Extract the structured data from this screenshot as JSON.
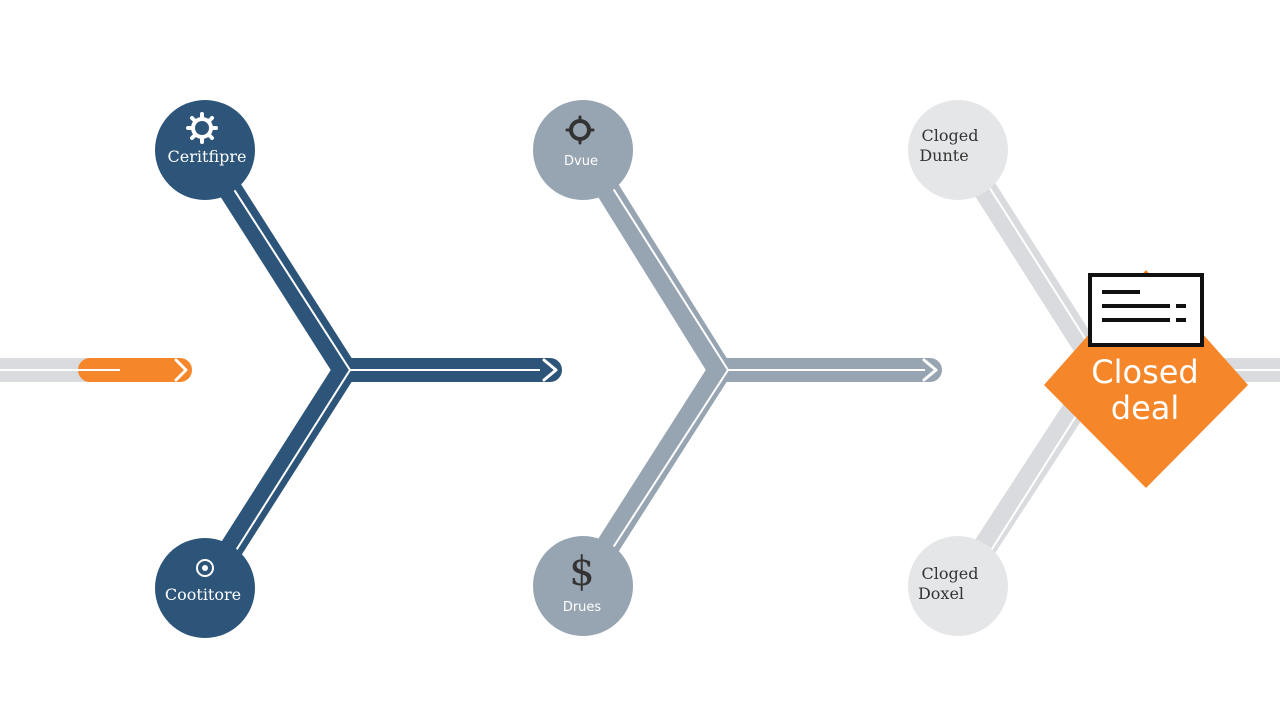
{
  "colors": {
    "navy": "#2d5479",
    "gray": "#97a4b1",
    "light": "#e5e6e8",
    "orange": "#f5862a",
    "line_light": "#d9dbdf",
    "white": "#ffffff",
    "dark": "#333333"
  },
  "stage1": {
    "top_label": "Ceritfipre",
    "bottom_label": "Cootitore"
  },
  "stage2": {
    "top_label": "Dvue",
    "bottom_label": "Drues",
    "bottom_symbol": "$"
  },
  "stage3": {
    "top_label_line1": "Cloged",
    "top_label_line2": "Dunte",
    "bottom_label_line1": "Cloged",
    "bottom_label_line2": "Doxel"
  },
  "final": {
    "label_line1": "Closed",
    "label_line2": "deal"
  },
  "icons": {
    "stage1_top": "gear-icon",
    "stage1_bottom": "badge-icon",
    "stage2_top": "gear-icon",
    "stage2_bottom": "dollar-icon",
    "final": "document-icon"
  }
}
